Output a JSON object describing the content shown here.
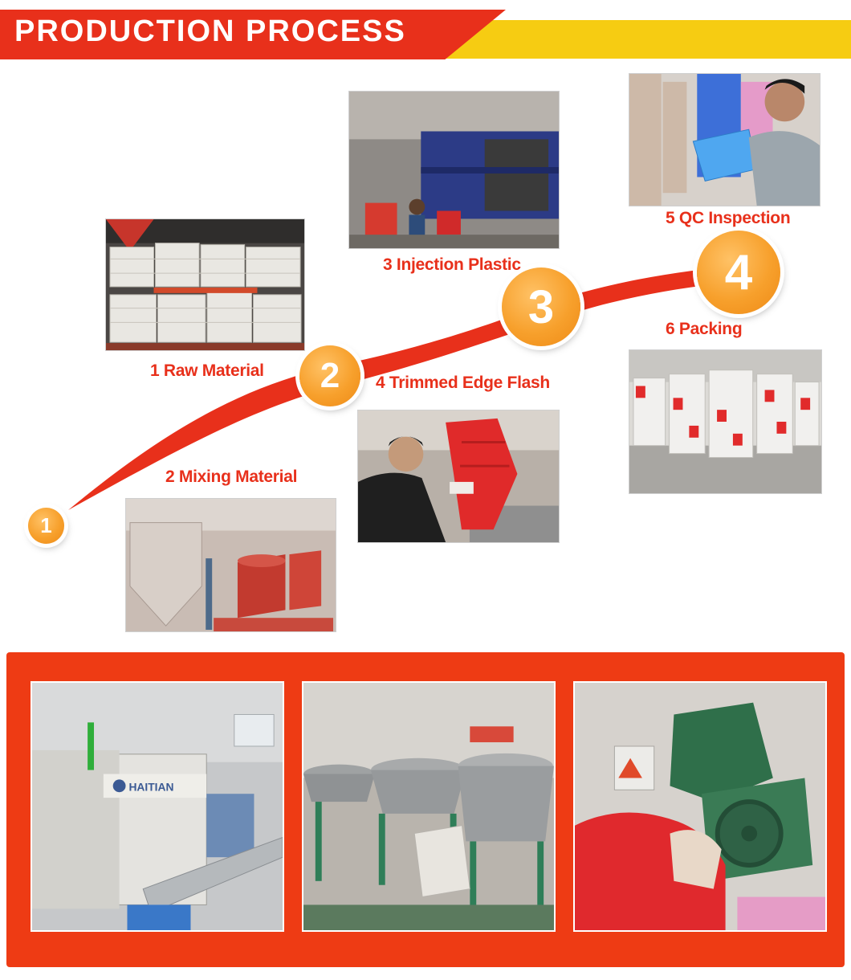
{
  "header": {
    "title": "PRODUCTION PROCESS"
  },
  "steps": [
    {
      "badge": "1",
      "label": "1 Raw Material"
    },
    {
      "badge": "2",
      "label": "2 Mixing Material"
    },
    {
      "badge": "3",
      "label": "3 Injection Plastic"
    },
    {
      "badge": "4",
      "label": "4 Trimmed Edge Flash"
    },
    {
      "label": "5 QC Inspection"
    },
    {
      "label": "6 Packing"
    }
  ],
  "machine_brand": "HAITIAN",
  "colors": {
    "accent_red": "#e8301b",
    "banner_yellow": "#f6cc12",
    "badge_orange": "#f7a02c",
    "panel_red": "#ee3b14"
  }
}
